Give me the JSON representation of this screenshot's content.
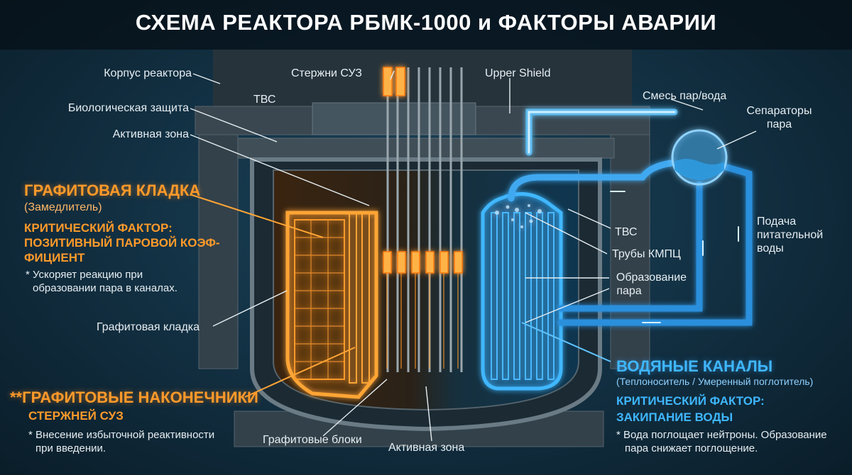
{
  "title": "СХЕМА РЕАКТОРА РБМК-1000 и ФАКТОРЫ АВАРИИ",
  "labels": {
    "korpus": "Корпус реактора",
    "bio": "Биологическая защита",
    "active_top": "Активная зона",
    "tvs_top": "ТВС",
    "rods": "Стержни СУЗ",
    "upper_shield": "Upper Shield",
    "mix": "Смесь пар/вода",
    "separators": [
      "Сепараторы",
      "пара"
    ],
    "tvs_right": "ТВС",
    "pipes": "Трубы КМПЦ",
    "steam_form": [
      "Образование",
      "пара"
    ],
    "feed": [
      "Подача",
      "питательной",
      "воды"
    ],
    "graphite_mid": "Графитовая кладка",
    "graphite_blocks": "Графитовые блоки",
    "active_bottom": "Активная зона"
  },
  "left_panel": {
    "heading": "ГРАФИТОВАЯ КЛАДКА",
    "sub": "(Замедлитель)",
    "critical": [
      "КРИТИЧЕСКИЙ ФАКТОР:",
      "ПОЗИТИВНЫЙ ПАРОВОЙ КОЭФ-",
      "ФИЦИЕНТ"
    ],
    "note": [
      "* Ускоряет реакцию при",
      "образовании пара в каналах."
    ]
  },
  "tips_panel": {
    "heading": "**ГРАФИТОВЫЕ НАКОНЕЧНИКИ",
    "sub": "СТЕРЖНЕЙ СУЗ",
    "note": [
      "* Внесение избыточной реактивности",
      "при введении."
    ]
  },
  "right_panel": {
    "heading": "ВОДЯНЫЕ КАНАЛЫ",
    "sub": "(Теплоноситель / Умеренный поглотитель)",
    "critical": [
      "КРИТИЧЕСКИЙ ФАКТОР:",
      "ЗАКИПАНИЕ ВОДЫ"
    ],
    "note": [
      "* Вода поглощает нейтроны. Образование",
      "пара снижает поглощение."
    ]
  },
  "colors": {
    "orange": "#ff9a2a",
    "blue": "#3fb7ff",
    "background": "#133245",
    "structure": "#3a4750"
  }
}
